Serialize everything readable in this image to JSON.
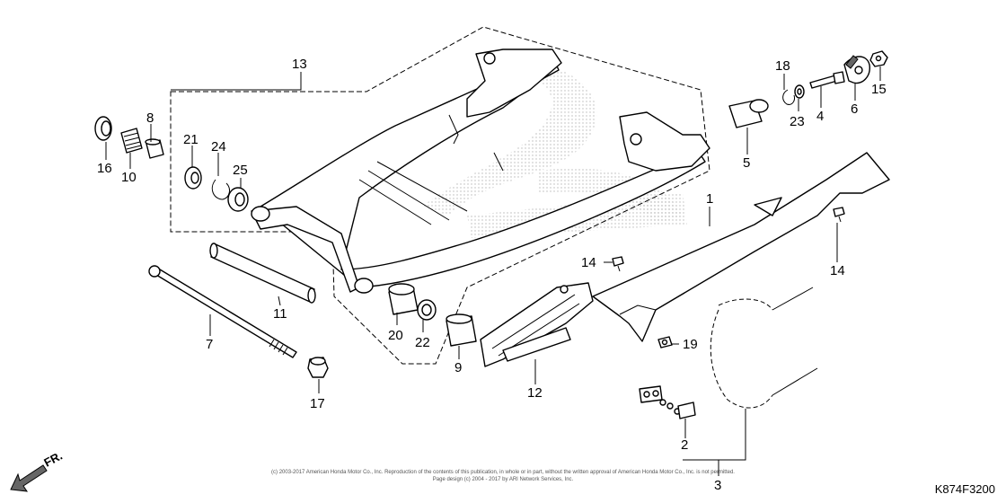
{
  "diagram_code": "K874F3200",
  "direction_label": "FR.",
  "copyright": {
    "line1": "(c) 2003-2017 American Honda Motor Co., Inc. Reproduction of the contents of this publication, in whole or in part, without the written approval of American Honda Motor Co., Inc. is not permitted.",
    "line2": "Page design (c) 2004 - 2017 by ARI Network Services, Inc."
  },
  "callouts": [
    {
      "id": "1",
      "label": "1"
    },
    {
      "id": "2",
      "label": "2"
    },
    {
      "id": "3",
      "label": "3"
    },
    {
      "id": "4",
      "label": "4"
    },
    {
      "id": "5",
      "label": "5"
    },
    {
      "id": "6",
      "label": "6"
    },
    {
      "id": "7",
      "label": "7"
    },
    {
      "id": "8",
      "label": "8"
    },
    {
      "id": "9",
      "label": "9"
    },
    {
      "id": "10",
      "label": "10"
    },
    {
      "id": "11",
      "label": "11"
    },
    {
      "id": "12",
      "label": "12"
    },
    {
      "id": "13",
      "label": "13"
    },
    {
      "id": "14a",
      "label": "14"
    },
    {
      "id": "14b",
      "label": "14"
    },
    {
      "id": "15",
      "label": "15"
    },
    {
      "id": "16",
      "label": "16"
    },
    {
      "id": "17",
      "label": "17"
    },
    {
      "id": "18",
      "label": "18"
    },
    {
      "id": "19",
      "label": "19"
    },
    {
      "id": "20",
      "label": "20"
    },
    {
      "id": "21",
      "label": "21"
    },
    {
      "id": "22",
      "label": "22"
    },
    {
      "id": "23",
      "label": "23"
    },
    {
      "id": "24",
      "label": "24"
    },
    {
      "id": "25",
      "label": "25"
    }
  ]
}
